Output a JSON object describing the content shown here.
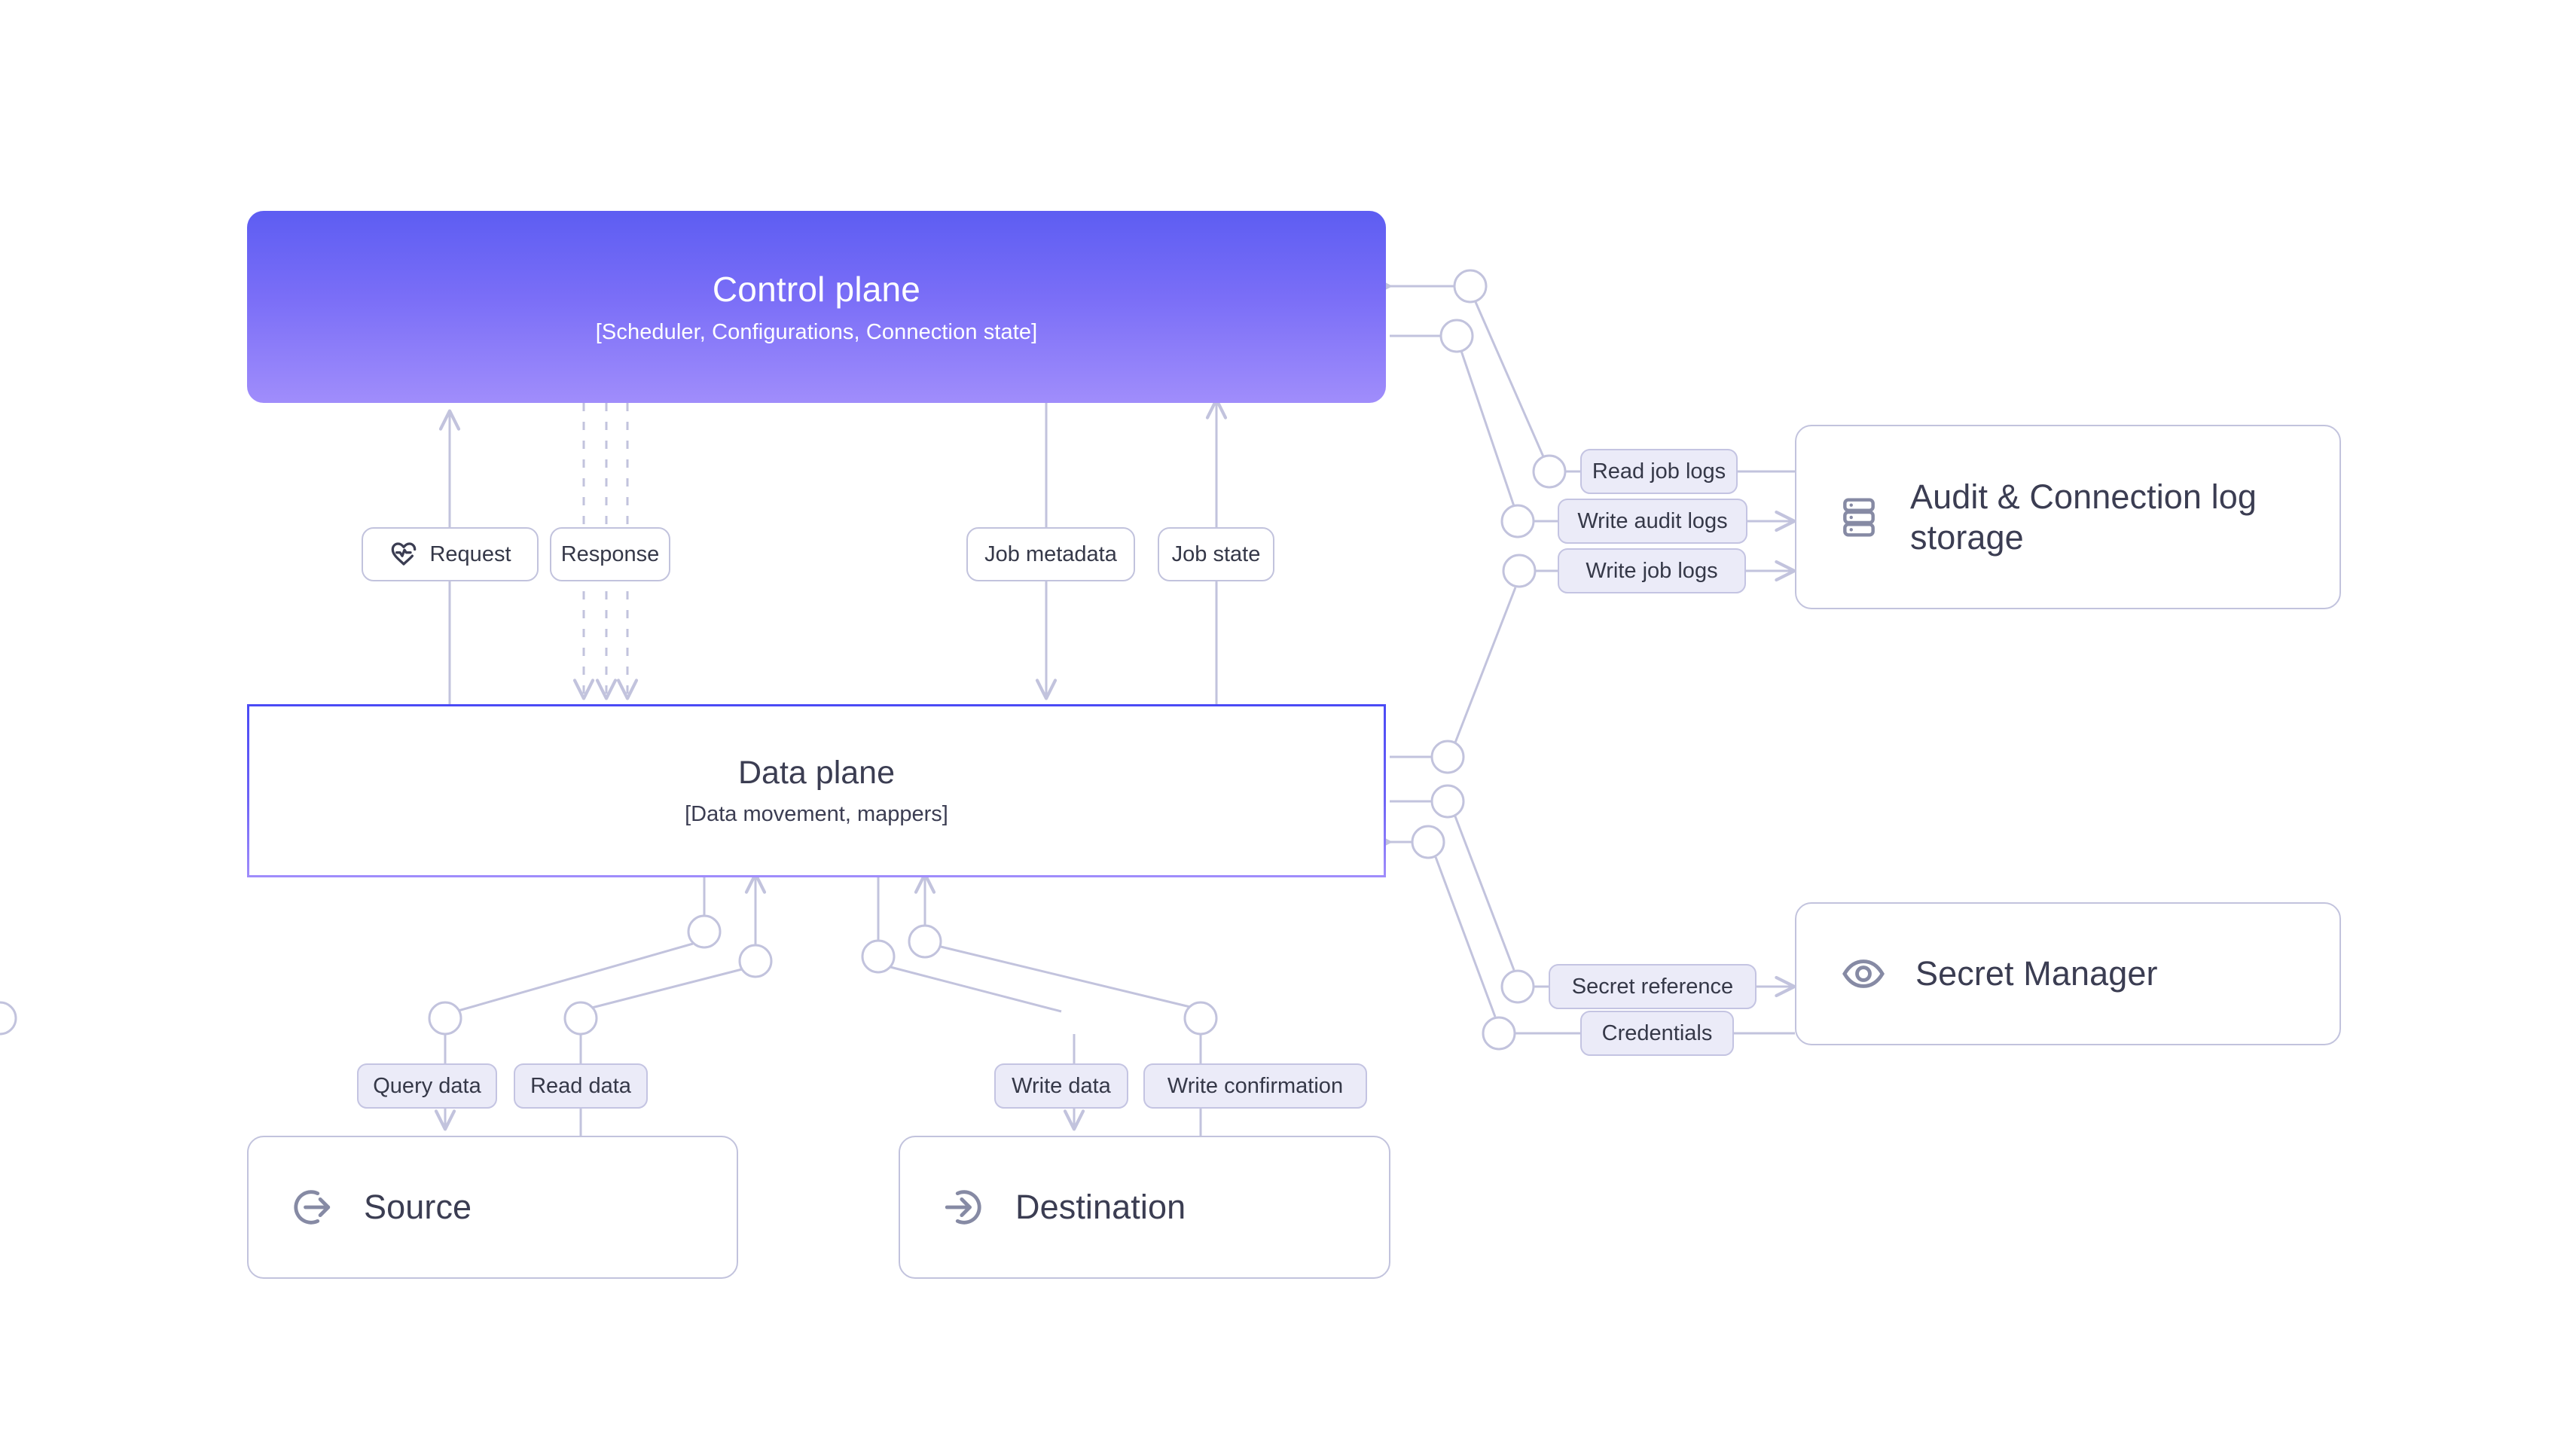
{
  "diagram": {
    "title": "Control plane / Data plane architecture",
    "background": "#ffffff",
    "colors": {
      "control_plane_gradient_start": "#5d5df2",
      "control_plane_gradient_end": "#a08dfb",
      "data_plane_border": "#5b5bf2",
      "connector": "#c2c3dd",
      "chip_fill": "#ebebf8",
      "chip_border": "#c4c4e2",
      "text_dark": "#3b3d52",
      "icon_gray": "#868aa4"
    }
  },
  "nodes": {
    "control_plane": {
      "title": "Control plane",
      "subtitle": "[Scheduler, Configurations, Connection state]"
    },
    "data_plane": {
      "title": "Data plane",
      "subtitle": "[Data movement, mappers]"
    },
    "audit_storage": {
      "title": "Audit & Connection log storage",
      "icon": "database-stack-icon"
    },
    "secret_manager": {
      "title": "Secret Manager",
      "icon": "eye-icon"
    },
    "source": {
      "title": "Source",
      "icon": "log-out-circle-icon"
    },
    "destination": {
      "title": "Destination",
      "icon": "log-in-circle-icon"
    }
  },
  "edge_labels": {
    "request": {
      "label": "Request",
      "icon": "heart-pulse-icon",
      "style": "white"
    },
    "response": {
      "label": "Response",
      "style": "white"
    },
    "job_metadata": {
      "label": "Job metadata",
      "style": "white"
    },
    "job_state": {
      "label": "Job state",
      "style": "white"
    },
    "read_job_logs": {
      "label": "Read job logs",
      "style": "lavender"
    },
    "write_audit_logs": {
      "label": "Write audit logs",
      "style": "lavender"
    },
    "write_job_logs": {
      "label": "Write job logs",
      "style": "lavender"
    },
    "secret_reference": {
      "label": "Secret reference",
      "style": "lavender"
    },
    "credentials": {
      "label": "Credentials",
      "style": "lavender"
    },
    "query_data": {
      "label": "Query data",
      "style": "lavender"
    },
    "read_data": {
      "label": "Read data",
      "style": "lavender"
    },
    "write_data": {
      "label": "Write data",
      "style": "lavender"
    },
    "write_confirmation": {
      "label": "Write confirmation",
      "style": "lavender"
    }
  },
  "chart_data": {
    "type": "diagram",
    "title": "Control plane / Data plane architecture",
    "nodes": [
      "Control plane",
      "Data plane",
      "Audit & Connection log storage",
      "Secret Manager",
      "Source",
      "Destination"
    ],
    "edges": [
      {
        "from": "Data plane",
        "to": "Control plane",
        "label": "Request",
        "direction": "up"
      },
      {
        "from": "Control plane",
        "to": "Data plane",
        "label": "Response",
        "direction": "down",
        "line": "dashed"
      },
      {
        "from": "Control plane",
        "to": "Data plane",
        "label": "Job metadata",
        "direction": "down"
      },
      {
        "from": "Data plane",
        "to": "Control plane",
        "label": "Job state",
        "direction": "up"
      },
      {
        "from": "Audit & Connection log storage",
        "to": "Control plane",
        "label": "Read job logs",
        "direction": "left"
      },
      {
        "from": "Control plane",
        "to": "Audit & Connection log storage",
        "label": "Write audit logs",
        "direction": "right"
      },
      {
        "from": "Data plane",
        "to": "Audit & Connection log storage",
        "label": "Write job logs",
        "direction": "right"
      },
      {
        "from": "Data plane",
        "to": "Secret Manager",
        "label": "Secret reference",
        "direction": "right"
      },
      {
        "from": "Secret Manager",
        "to": "Data plane",
        "label": "Credentials",
        "direction": "left"
      },
      {
        "from": "Data plane",
        "to": "Source",
        "label": "Query data",
        "direction": "down"
      },
      {
        "from": "Source",
        "to": "Data plane",
        "label": "Read data",
        "direction": "up"
      },
      {
        "from": "Data plane",
        "to": "Destination",
        "label": "Write data",
        "direction": "down"
      },
      {
        "from": "Destination",
        "to": "Data plane",
        "label": "Write confirmation",
        "direction": "up"
      }
    ]
  }
}
